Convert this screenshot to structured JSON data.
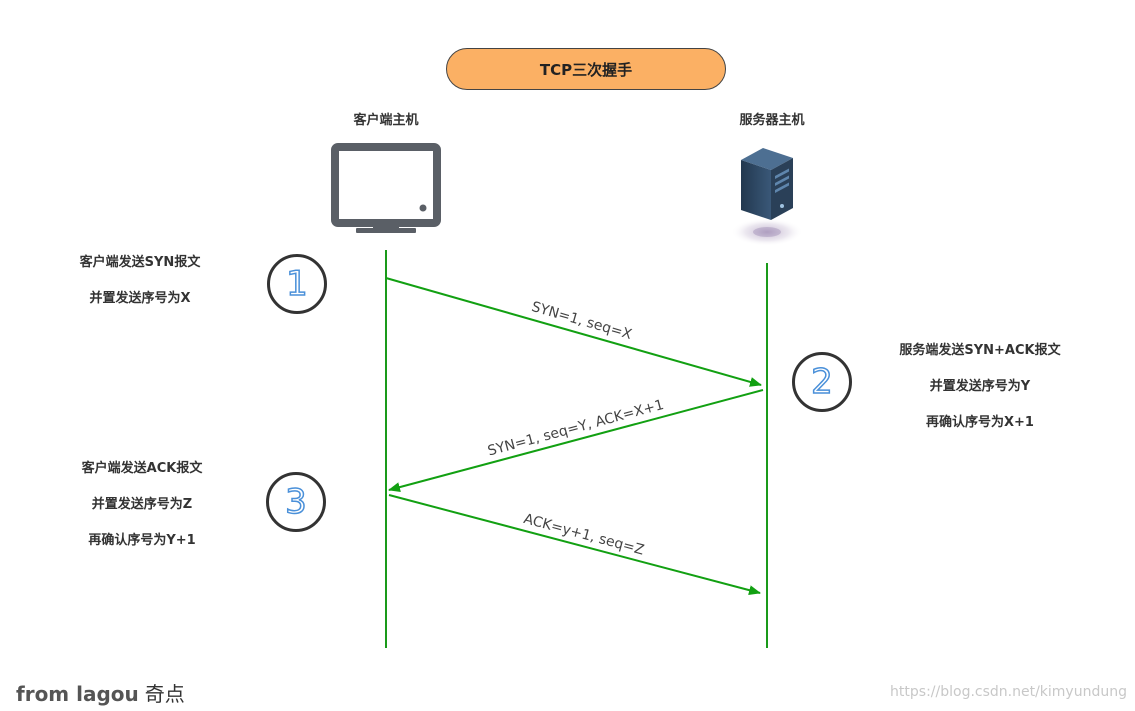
{
  "title": "TCP三次握手",
  "hosts": {
    "client": {
      "label": "客户端主机",
      "icon": "monitor-icon"
    },
    "server": {
      "label": "服务器主机",
      "icon": "server-icon"
    }
  },
  "steps": [
    {
      "number": "1",
      "lines": [
        "客户端发送SYN报文",
        "并置发送序号为X"
      ]
    },
    {
      "number": "2",
      "lines": [
        "服务端发送SYN+ACK报文",
        "并置发送序号为Y",
        "再确认序号为X+1"
      ]
    },
    {
      "number": "3",
      "lines": [
        "客户端发送ACK报文",
        "并置发送序号为Z",
        "再确认序号为Y+1"
      ]
    }
  ],
  "messages": [
    {
      "label": "SYN=1, seq=X",
      "direction": "client-to-server"
    },
    {
      "label": "SYN=1, seq=Y, ACK=X+1",
      "direction": "server-to-client"
    },
    {
      "label": "ACK=y+1, seq=Z",
      "direction": "client-to-server"
    }
  ],
  "footer": {
    "brand": "from lagou",
    "brand_cn": "奇点",
    "watermark": "https://blog.csdn.net/kimyundung"
  },
  "colors": {
    "title_fill": "#fbb064",
    "lifeline": "#1a9a1a",
    "arrow": "#12a012",
    "step_number": "#4a90d9",
    "monitor": "#5a5f66",
    "server_body": "#2f4a66"
  }
}
